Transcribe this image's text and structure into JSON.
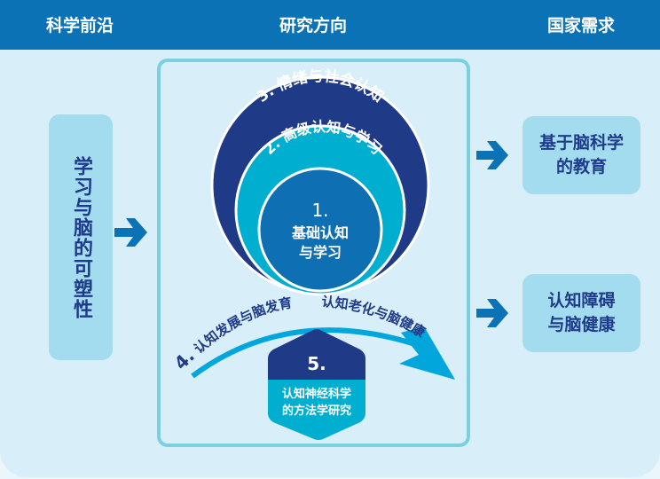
{
  "header": {
    "left": "科学前沿",
    "center": "研究方向",
    "right": "国家需求"
  },
  "left_box": {
    "label": "学习与脑的可塑性"
  },
  "circles": {
    "outer": {
      "number": "3.",
      "label": "情绪与社会认知"
    },
    "middle": {
      "number": "2.",
      "label": "高级认知与学习"
    },
    "inner": {
      "number": "1.",
      "line1": "基础认知",
      "line2": "与学习"
    }
  },
  "arc": {
    "number": "4.",
    "left_label": "认知发展与脑发育",
    "right_label": "认知老化与脑健康"
  },
  "hexagon": {
    "number": "5.",
    "line1": "认知神经科学",
    "line2": "的方法学研究"
  },
  "right_boxes": [
    {
      "line1": "基于脑科学",
      "line2": "的教育"
    },
    {
      "line1": "认知障碍",
      "line2": "与脑健康"
    }
  ],
  "colors": {
    "header": "#0b72b5",
    "background": "#d8eef9",
    "box": "#a4dcef",
    "outer_circle": "#1f3a87",
    "middle_circle": "#00aecf",
    "inner_circle": "#0e6fb2",
    "arrow": "#0b72b5",
    "arc": "#00a6dc",
    "text_dark": "#1e3a8a"
  }
}
